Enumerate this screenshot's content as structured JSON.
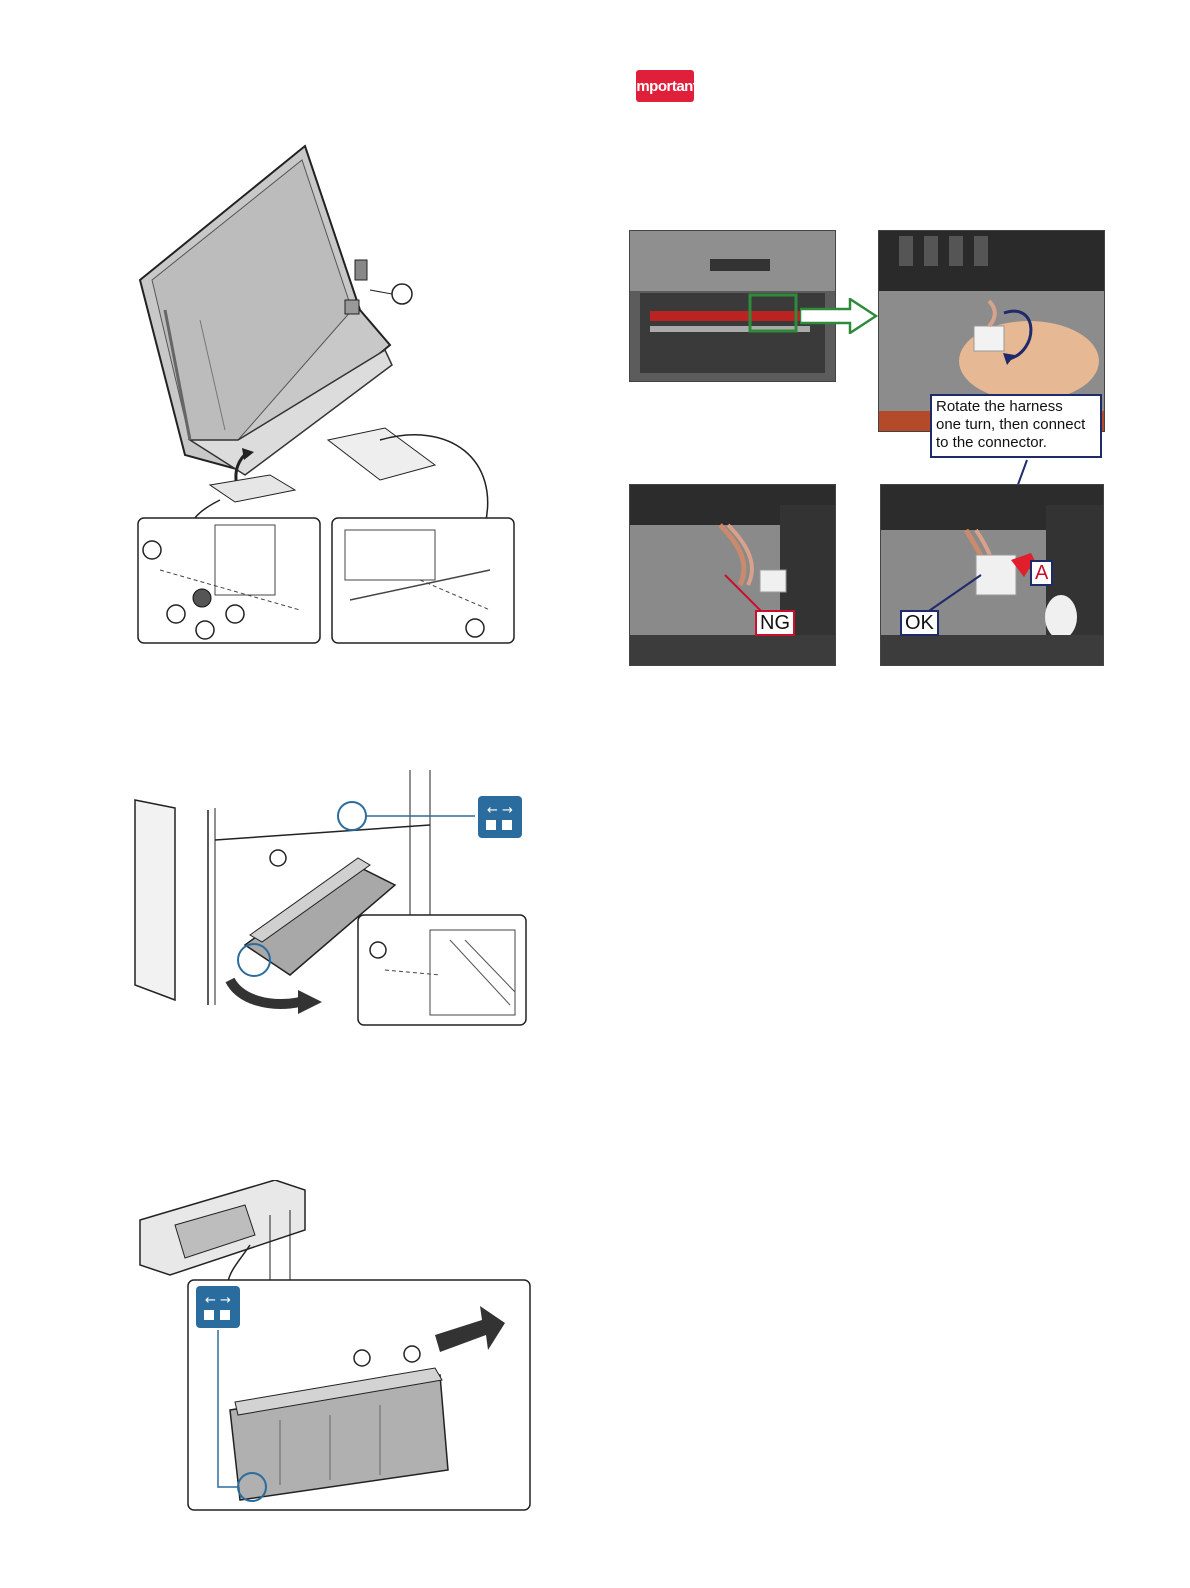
{
  "important": {
    "label": "Important"
  },
  "harness_note": {
    "lines": [
      "Rotate the harness",
      "one turn, then connect",
      "to the connector."
    ]
  },
  "photo_labels": {
    "ng": "NG",
    "ok": "OK",
    "a": "A"
  },
  "icons": {
    "disconnect": "connector-disconnect-icon",
    "arrow": "arrow-icon"
  },
  "colors": {
    "important": "#e0203a",
    "callout_blue": "#1f2a6b",
    "ng_red": "#c8102e",
    "green_arrow": "#2e8b3a",
    "connector_icon": "#2b6c9e"
  }
}
